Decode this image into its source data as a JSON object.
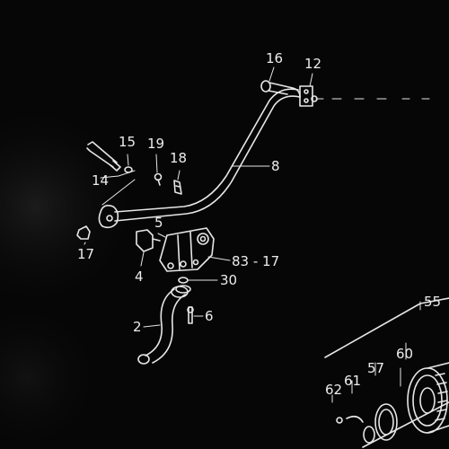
{
  "callouts": {
    "c16": "16",
    "c12": "12",
    "c15": "15",
    "c19": "19",
    "c18": "18",
    "c8": "8",
    "c14": "14",
    "c5": "5",
    "c17a": "17",
    "c4": "4",
    "c83": "83 - 17",
    "c30": "30",
    "c6": "6",
    "c2": "2",
    "c55": "55",
    "c60": "60",
    "c57": "57",
    "c61": "61",
    "c62": "62"
  },
  "colors": {
    "background": "#060606",
    "linework": "#e6e6e6"
  }
}
